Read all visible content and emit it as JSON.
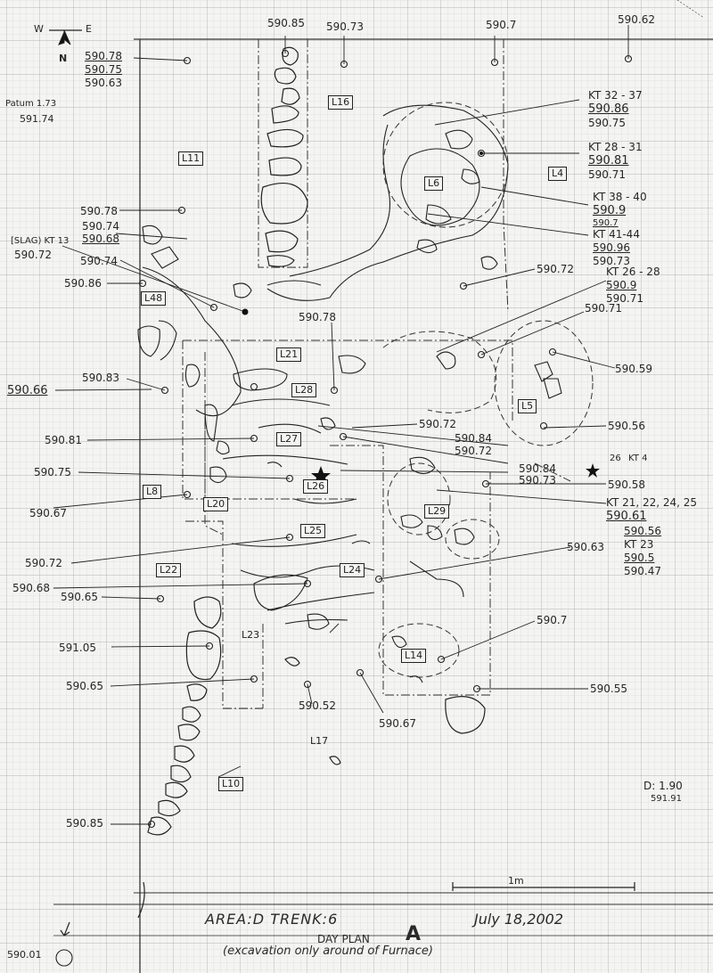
{
  "sheet": {
    "area_trench": "AREA:D TRENK:6",
    "date": "July 18,2002",
    "plan_title": "DAY PLAN",
    "plan_letter": "A",
    "subtitle": "(excavation only around of Furnace)",
    "scale_label": "1m",
    "datum_label": "Patum 1.73",
    "datum_value": "591.74",
    "d_label": "D: 1.90",
    "d_value": "591.91",
    "bottom_left_value": "590.01",
    "compass": {
      "west": "W",
      "east": "E",
      "north": "N"
    }
  },
  "top_elevations": [
    "590.85",
    "590.73",
    "590.7",
    "590.62"
  ],
  "top_left_stack": [
    "590.78",
    "590.75",
    "590.63"
  ],
  "loci": [
    "L16",
    "L11",
    "L6",
    "L4",
    "L48",
    "L21",
    "L28",
    "L5",
    "L27",
    "L26",
    "L8",
    "L20",
    "L29",
    "L25",
    "L22",
    "L24",
    "L23",
    "L14",
    "L17",
    "L10"
  ],
  "left_elevations": {
    "e1": "590.78",
    "e2": "590.74",
    "e3": "590.68",
    "slag": "[SLAG) KT 13",
    "e4": "590.72",
    "e5": "590.74",
    "e6": "590.86",
    "e7": "590.83",
    "e8": "590.66",
    "e9": "590.81",
    "e10": "590.75",
    "e11": "590.67",
    "e12": "590.72",
    "e13": "590.68",
    "e14": "590.65",
    "e15": "591.05",
    "e16": "590.65",
    "e17": "590.85"
  },
  "center_elevations": {
    "c1": "590.78",
    "c2": "590.72",
    "c3": "590.84",
    "c4": "590.72",
    "c5": "590.52",
    "c6": "590.67",
    "c7": "590.84",
    "c8": "590.73",
    "c9": "590.58",
    "c10": "590.63",
    "c11": "590.7",
    "c12": "590.55",
    "c13": "590.56",
    "c14": "590.59",
    "c15": "590.71",
    "c16": "590.72"
  },
  "right_annotations": {
    "kt1": "KT 32 - 37",
    "kt1a": "590.86",
    "kt1b": "590.75",
    "kt2": "KT 28 - 31",
    "kt2a": "590.81",
    "kt2b": "590.71",
    "kt3": "KT 38 - 40",
    "kt3a": "590.9",
    "kt3b": "590.7",
    "kt4": "KT 41-44",
    "kt4a": "590.96",
    "kt4b": "590.73",
    "kt5": "KT 26 - 28",
    "kt5a": "590.9",
    "kt5b": "590.71",
    "kt6": "KT 4",
    "kt6a": "26",
    "kt7": "KT 21, 22, 24, 25",
    "kt7a": "590.61",
    "kt8a": "590.56",
    "kt8": "KT 23",
    "kt8b": "590.5",
    "kt8c": "590.47"
  }
}
